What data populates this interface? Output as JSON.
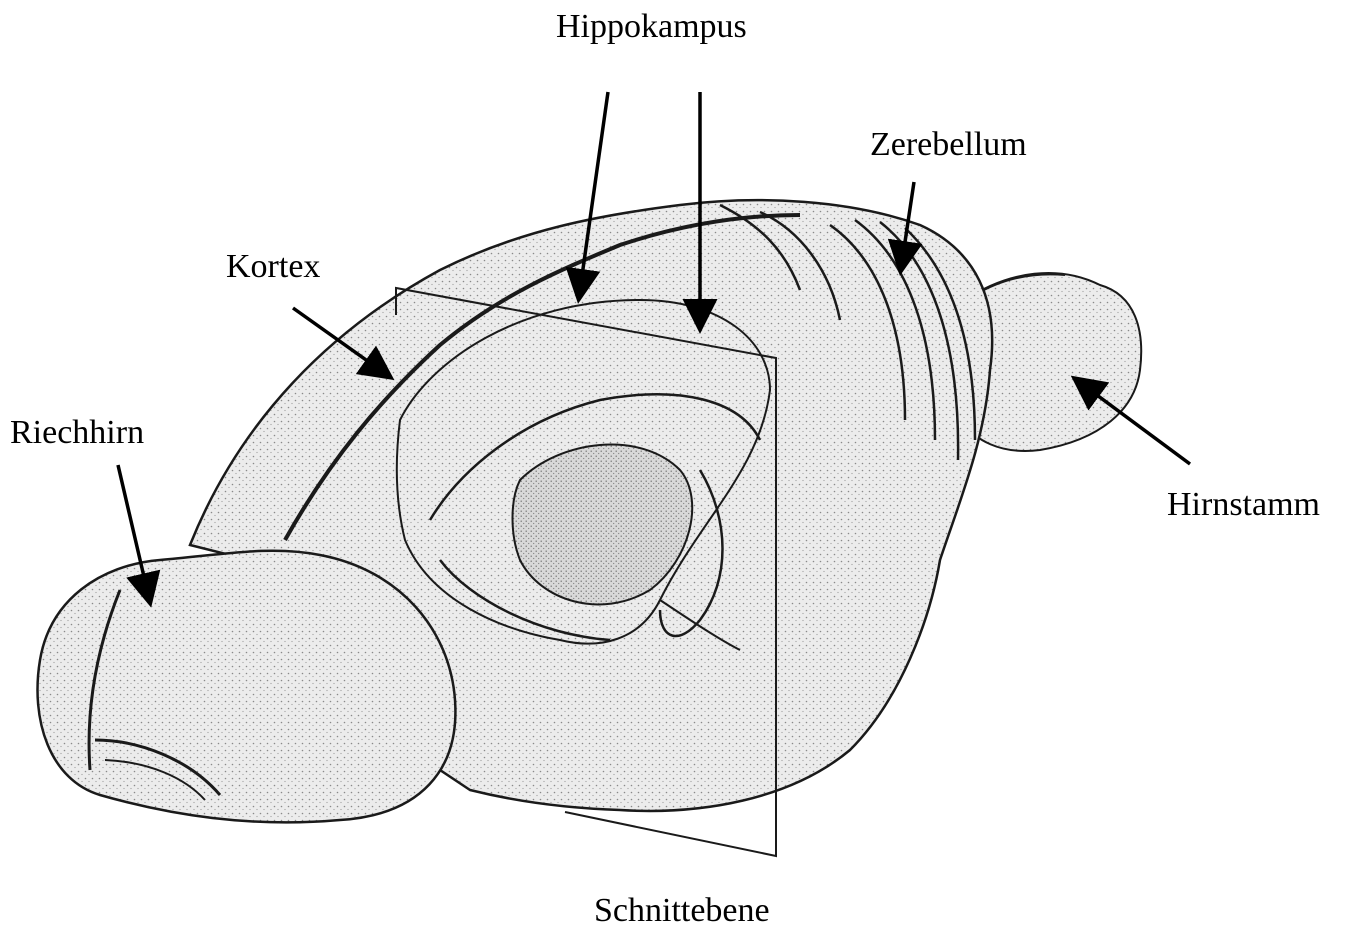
{
  "labels": {
    "hippokampus": "Hippokampus",
    "zerebellum": "Zerebellum",
    "kortex": "Kortex",
    "riechhirn": "Riechhirn",
    "hirnstamm": "Hirnstamm",
    "schnittebene": "Schnittebene"
  },
  "colors": {
    "ink": "#1a1a1a",
    "tissue": "#ececec",
    "hippocampus_fill": "#d6d6d6",
    "arrow": "#000000"
  }
}
